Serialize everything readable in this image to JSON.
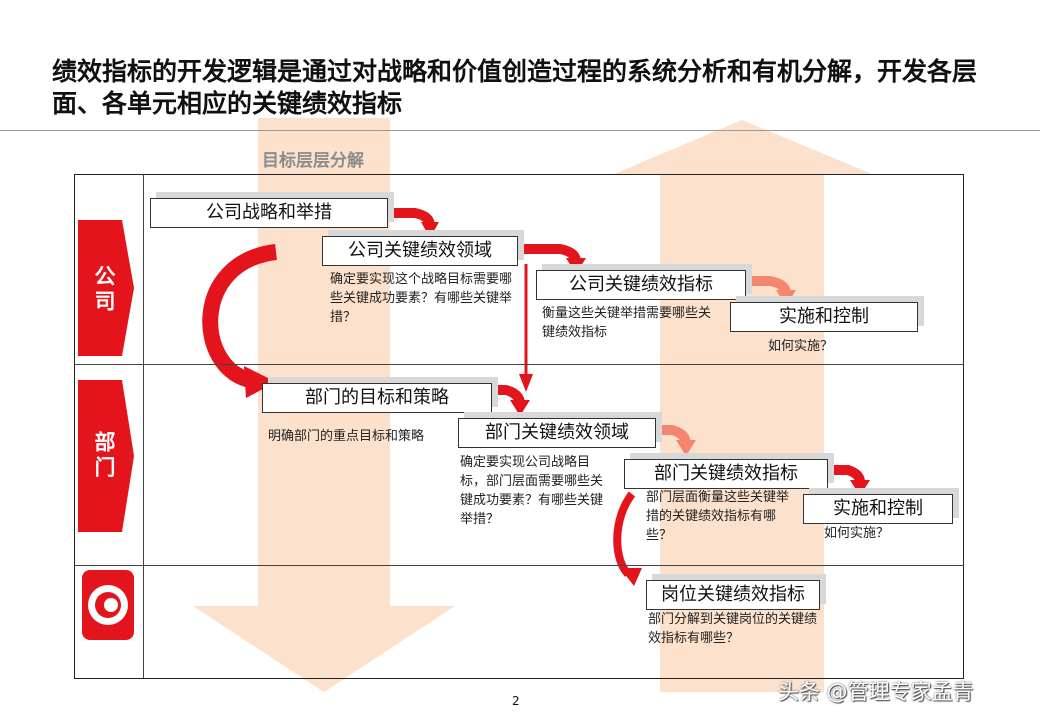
{
  "title": "绩效指标的开发逻辑是通过对战略和价值创造过程的系统分析和有机分解，开发各层面、各单元相应的关键绩效指标",
  "down_arrow_label": "目标层层分解",
  "lanes": {
    "company": "公司",
    "department": "部门"
  },
  "boxes": {
    "company_strategy": "公司战略和举措",
    "company_kpa": "公司关键绩效领域",
    "company_kpi": "公司关键绩效指标",
    "company_control": "实施和控制",
    "dept_goal": "部门的目标和策略",
    "dept_kpa": "部门关键绩效领域",
    "dept_kpi": "部门关键绩效指标",
    "dept_control": "实施和控制",
    "post_kpi": "岗位关键绩效指标"
  },
  "notes": {
    "company_kpa": "确定要实现这个战略目标需要哪些关键成功要素？有哪些关键举措？",
    "company_kpi": "衡量这些关键举措需要哪些关键绩效指标",
    "company_control": "如何实施？",
    "dept_goal": "明确部门的重点目标和策略",
    "dept_kpa": "确定要实现公司战略目标，部门层面需要哪些关键成功要素？有哪些关键举措？",
    "dept_kpi": "部门层面衡量这些关键举措的关键绩效指标有哪些？",
    "dept_control": "如何实施？",
    "post_kpi": "部门分解到关键岗位的关键绩效指标有哪些？"
  },
  "page_number": "2",
  "watermark": "头条 @管理专家孟青",
  "colors": {
    "red": "#e3141b",
    "light_red": "#f4866e",
    "peach": "#fbdcc3"
  }
}
